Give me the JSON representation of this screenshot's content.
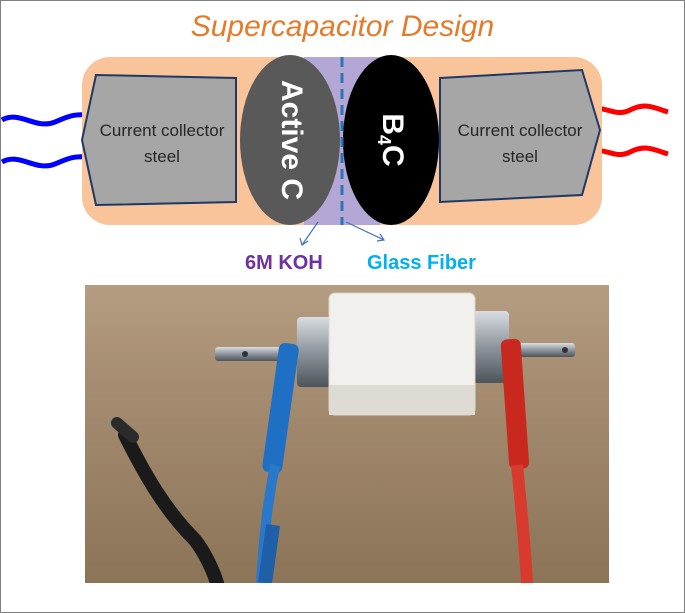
{
  "title": "Supercapacitor Design",
  "diagram": {
    "left_collector": [
      "Current collector",
      "steel"
    ],
    "right_collector": [
      "Current collector",
      "steel"
    ],
    "left_electrode": "Active C",
    "right_electrode": {
      "main": "B",
      "subscript": "4",
      "tail": "C"
    },
    "electrolyte_label": "6M KOH",
    "separator_label": "Glass Fiber"
  },
  "colors": {
    "title": "#e57a2a",
    "casing": "#f9c49a",
    "collector": "#a6a6a6",
    "active_c": "#595959",
    "b4c": "#000000",
    "electrolyte": "#b4a7d6",
    "separator": "#2e75b6",
    "left_wire": "#0000ff",
    "right_wire": "#ff0000",
    "koh_text": "#7030a0",
    "fiber_text": "#00b0f0"
  },
  "photo": {
    "subject": "assembled supercapacitor test cell with blue and red clip leads"
  }
}
